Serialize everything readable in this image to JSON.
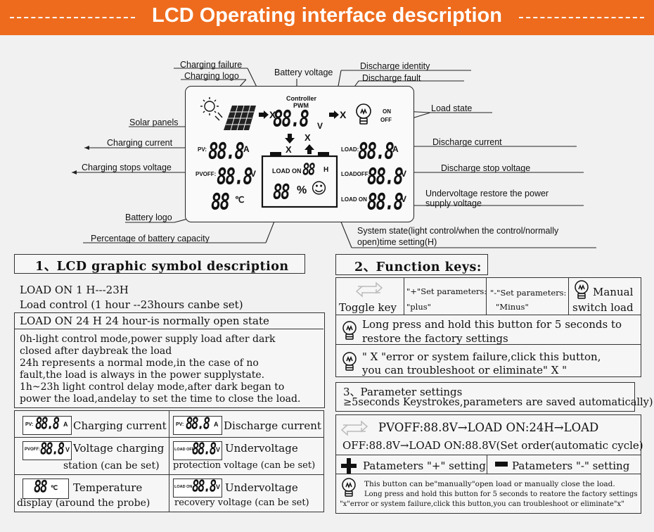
{
  "banner": {
    "title": "LCD Operating interface description"
  },
  "labels": {
    "charging_failure": "Charging failure",
    "charging_logo": "Charging logo",
    "battery_voltage": "Battery voltage",
    "discharge_identity": "Discharge identity",
    "discharge_fault": "Discharge fault",
    "load_state": "Load state",
    "solar_panels": "Solar panels",
    "charging_current": "Charging current",
    "discharge_current": "Discharge current",
    "charging_stops_voltage": "Charging stops voltage",
    "discharge_stop_voltage": "Discharge stop voltage",
    "undervoltage_restore_1": "Undervoltage restore the power",
    "undervoltage_restore_2": "supply voltage",
    "battery_logo": "Battery logo",
    "percentage_capacity": "Percentage of battery capacity",
    "system_state_1": "System state(light control/when the control/normally",
    "system_state_2": "open)time setting(H)"
  },
  "lcd": {
    "controller": "Controller",
    "pwm": "PWM",
    "seg_val": "88.8",
    "seg_two": "88",
    "x_mark": "X",
    "on": "ON",
    "off": "OFF",
    "pv": "PV:",
    "pvoff": "PVOFF:",
    "load": "LOAD:",
    "loadoff": "LOADOFF:",
    "loadon": "LOAD ON :",
    "loadon_box": "LOAD ON",
    "unit_a": "A",
    "unit_v": "V",
    "unit_h": "H",
    "unit_c": "℃",
    "percent": "%",
    "smile": "☺"
  },
  "section1": {
    "title": "1、LCD graphic symbol description",
    "line1": "LOAD ON 1 H---23H",
    "line2": "Load control (1 hour --23hours canbe set)",
    "line3": "LOAD ON 24 H   24 hour-is normally open state",
    "para": [
      "0h-light control mode,power supply load after dark",
      "closed after daybreak the load",
      "24h represents a normal mode,in the case of no",
      "fault,the load is always in the power supplystate.",
      "1h~23h light control delay mode,after dark began to",
      "power the load,andelay to set the time to close the load."
    ],
    "cells": {
      "charging_current": "Charging current",
      "discharge_current": "Discharge current",
      "voltage_charging": "Voltage charging",
      "station": "station (can be set)",
      "undervoltage": "Undervoltage",
      "protection": "protection voltage (can be set)",
      "temperature": "Temperature",
      "display_probe": "display (around the probe)",
      "undervoltage2": "Undervoltage",
      "recovery": "recovery voltage (can be set)"
    },
    "mini": {
      "pv": "PV:",
      "pvoff": "PVOFF:",
      "loadoff": "LOAD OFF:",
      "loadon": "LOAD ON :",
      "seg": "88.8",
      "seg2": "88",
      "a": "A",
      "v": "V",
      "c": "℃"
    }
  },
  "section2": {
    "title": "2、Function keys:",
    "toggle": "Toggle key",
    "plus_1": "\"+\"Set parameters:",
    "plus_2": "\"plus\"",
    "minus_1": "\"-\"Set parameters:",
    "minus_2": "\"Minus\"",
    "manual_1": "Manual",
    "manual_2": "switch load",
    "long_1": "Long press and hold this button for 5 seconds to",
    "long_2": "restore the factory settings",
    "err_1": "\" X \"error or system failure,click this button,",
    "err_2": "you can troubleshoot or eliminate\" X \""
  },
  "section3": {
    "title": "3、Parameter settings",
    "line": "≥5seconds Keystrokes,parameters are saved automatically)",
    "seq_1": "PVOFF:88.8V→LOAD ON:24H→LOAD",
    "seq_2": "OFF:88.8V→LOAD ON:88.8V(Set order(automatic cycle)",
    "plus_setting": "Patameters \"+\" setting",
    "minus_setting": "Patameters \"-\" setting",
    "note_1": "This button can be\"manually\"open load or manually close the load.",
    "note_2": "Long press and hold this button for 5 seconds to reatore the factory settings",
    "note_3": "\"x\"error or system failure,click this button,you can troubleshoot or eliminate\"x\""
  },
  "colors": {
    "banner": "#ee6b1d",
    "background": "#f1f1f1",
    "text": "#111111"
  }
}
